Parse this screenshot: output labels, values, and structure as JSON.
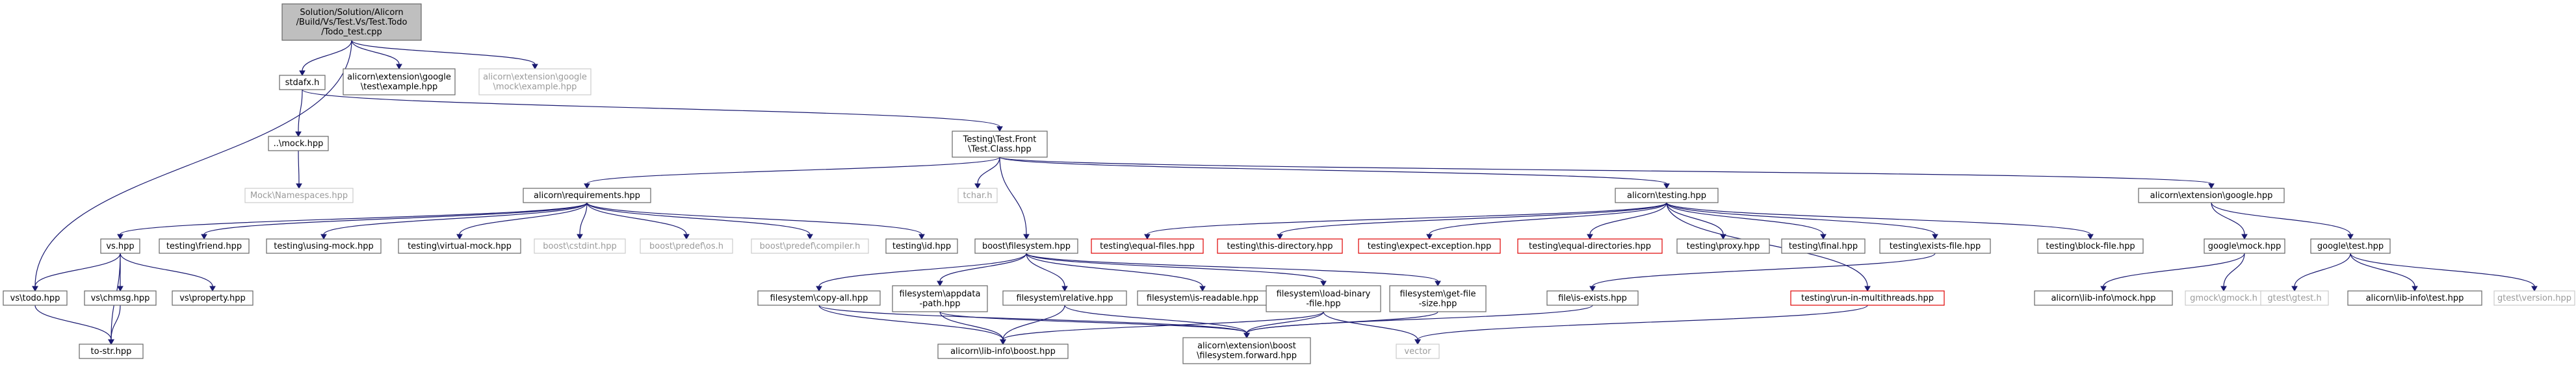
{
  "graph": {
    "colors": {
      "edge": "#191970",
      "root_fill": "#bfbfbf",
      "box_border": "#666666",
      "missing_border": "#cccccc",
      "missing_text": "#9a9a9a",
      "red_border": "#e00000"
    },
    "nodes": [
      {
        "id": "root",
        "lines": [
          "Solution/Solution/Alicorn",
          "/Build/Vs/Test.Vs/Test.Todo",
          "/Todo_test.cpp"
        ],
        "style": "root"
      },
      {
        "id": "stdafx",
        "lines": [
          "stdafx.h"
        ],
        "style": "normal"
      },
      {
        "id": "google_test_example",
        "lines": [
          "alicorn\\extension\\google",
          "\\test\\example.hpp"
        ],
        "style": "normal"
      },
      {
        "id": "google_mock_example",
        "lines": [
          "alicorn\\extension\\google",
          "\\mock\\example.hpp"
        ],
        "style": "missing"
      },
      {
        "id": "mock_hpp",
        "lines": [
          "..\\mock.hpp"
        ],
        "style": "normal"
      },
      {
        "id": "testing_front",
        "lines": [
          "Testing\\Test.Front",
          "\\Test.Class.hpp"
        ],
        "style": "normal"
      },
      {
        "id": "mock_namespaces",
        "lines": [
          "Mock\\Namespaces.hpp"
        ],
        "style": "missing"
      },
      {
        "id": "requirements",
        "lines": [
          "alicorn\\requirements.hpp"
        ],
        "style": "normal"
      },
      {
        "id": "tchar",
        "lines": [
          "tchar.h"
        ],
        "style": "missing"
      },
      {
        "id": "alicorn_testing",
        "lines": [
          "alicorn\\testing.hpp"
        ],
        "style": "normal"
      },
      {
        "id": "ext_google",
        "lines": [
          "alicorn\\extension\\google.hpp"
        ],
        "style": "normal"
      },
      {
        "id": "vs_hpp",
        "lines": [
          "vs.hpp"
        ],
        "style": "normal"
      },
      {
        "id": "testing_friend",
        "lines": [
          "testing\\friend.hpp"
        ],
        "style": "normal"
      },
      {
        "id": "testing_using_mock",
        "lines": [
          "testing\\using-mock.hpp"
        ],
        "style": "normal"
      },
      {
        "id": "testing_virtual_mock",
        "lines": [
          "testing\\virtual-mock.hpp"
        ],
        "style": "normal"
      },
      {
        "id": "boost_cstdint",
        "lines": [
          "boost\\cstdint.hpp"
        ],
        "style": "missing"
      },
      {
        "id": "boost_predef_os",
        "lines": [
          "boost\\predef\\os.h"
        ],
        "style": "missing"
      },
      {
        "id": "boost_predef_compiler",
        "lines": [
          "boost\\predef\\compiler.h"
        ],
        "style": "missing"
      },
      {
        "id": "testing_id",
        "lines": [
          "testing\\id.hpp"
        ],
        "style": "normal"
      },
      {
        "id": "boost_filesystem",
        "lines": [
          "boost\\filesystem.hpp"
        ],
        "style": "normal"
      },
      {
        "id": "testing_equal_files",
        "lines": [
          "testing\\equal-files.hpp"
        ],
        "style": "red"
      },
      {
        "id": "testing_this_directory",
        "lines": [
          "testing\\this-directory.hpp"
        ],
        "style": "red"
      },
      {
        "id": "testing_expect_exception",
        "lines": [
          "testing\\expect-exception.hpp"
        ],
        "style": "red"
      },
      {
        "id": "testing_equal_directories",
        "lines": [
          "testing\\equal-directories.hpp"
        ],
        "style": "red"
      },
      {
        "id": "testing_proxy",
        "lines": [
          "testing\\proxy.hpp"
        ],
        "style": "normal"
      },
      {
        "id": "testing_final",
        "lines": [
          "testing\\final.hpp"
        ],
        "style": "normal"
      },
      {
        "id": "testing_exists_file",
        "lines": [
          "testing\\exists-file.hpp"
        ],
        "style": "normal"
      },
      {
        "id": "testing_block_file",
        "lines": [
          "testing\\block-file.hpp"
        ],
        "style": "normal"
      },
      {
        "id": "google_mock",
        "lines": [
          "google\\mock.hpp"
        ],
        "style": "normal"
      },
      {
        "id": "google_test",
        "lines": [
          "google\\test.hpp"
        ],
        "style": "normal"
      },
      {
        "id": "vs_todo",
        "lines": [
          "vs\\todo.hpp"
        ],
        "style": "normal"
      },
      {
        "id": "vs_chmsg",
        "lines": [
          "vs\\chmsg.hpp"
        ],
        "style": "normal"
      },
      {
        "id": "vs_property",
        "lines": [
          "vs\\property.hpp"
        ],
        "style": "normal"
      },
      {
        "id": "fs_copy_all",
        "lines": [
          "filesystem\\copy-all.hpp"
        ],
        "style": "normal"
      },
      {
        "id": "fs_appdata_path",
        "lines": [
          "filesystem\\appdata",
          "-path.hpp"
        ],
        "style": "normal"
      },
      {
        "id": "fs_relative",
        "lines": [
          "filesystem\\relative.hpp"
        ],
        "style": "normal"
      },
      {
        "id": "fs_is_readable",
        "lines": [
          "filesystem\\is-readable.hpp"
        ],
        "style": "normal"
      },
      {
        "id": "fs_load_binary",
        "lines": [
          "filesystem\\load-binary",
          "-file.hpp"
        ],
        "style": "normal"
      },
      {
        "id": "fs_get_file_size",
        "lines": [
          "filesystem\\get-file",
          "-size.hpp"
        ],
        "style": "normal"
      },
      {
        "id": "file_is_exists",
        "lines": [
          "file\\is-exists.hpp"
        ],
        "style": "normal"
      },
      {
        "id": "testing_run_in_multithreads",
        "lines": [
          "testing\\run-in-multithreads.hpp"
        ],
        "style": "red"
      },
      {
        "id": "lib_info_mock",
        "lines": [
          "alicorn\\lib-info\\mock.hpp"
        ],
        "style": "normal"
      },
      {
        "id": "gmock_gmock",
        "lines": [
          "gmock\\gmock.h"
        ],
        "style": "missing"
      },
      {
        "id": "gtest_gtest",
        "lines": [
          "gtest\\gtest.h"
        ],
        "style": "missing"
      },
      {
        "id": "lib_info_test",
        "lines": [
          "alicorn\\lib-info\\test.hpp"
        ],
        "style": "normal"
      },
      {
        "id": "gtest_version",
        "lines": [
          "gtest\\version.hpp"
        ],
        "style": "missing"
      },
      {
        "id": "to_str",
        "lines": [
          "to-str.hpp"
        ],
        "style": "normal"
      },
      {
        "id": "lib_info_boost",
        "lines": [
          "alicorn\\lib-info\\boost.hpp"
        ],
        "style": "normal"
      },
      {
        "id": "ext_boost_fs_forward",
        "lines": [
          "alicorn\\extension\\boost",
          "\\filesystem.forward.hpp"
        ],
        "style": "normal"
      },
      {
        "id": "vector",
        "lines": [
          "vector"
        ],
        "style": "missing"
      }
    ],
    "edges": [
      [
        "root",
        "stdafx"
      ],
      [
        "root",
        "google_test_example"
      ],
      [
        "root",
        "google_mock_example"
      ],
      [
        "root",
        "vs_todo"
      ],
      [
        "stdafx",
        "mock_hpp"
      ],
      [
        "stdafx",
        "testing_front"
      ],
      [
        "mock_hpp",
        "mock_namespaces"
      ],
      [
        "testing_front",
        "requirements"
      ],
      [
        "testing_front",
        "tchar"
      ],
      [
        "testing_front",
        "boost_filesystem"
      ],
      [
        "testing_front",
        "alicorn_testing"
      ],
      [
        "testing_front",
        "ext_google"
      ],
      [
        "requirements",
        "vs_hpp"
      ],
      [
        "requirements",
        "testing_friend"
      ],
      [
        "requirements",
        "testing_using_mock"
      ],
      [
        "requirements",
        "testing_virtual_mock"
      ],
      [
        "requirements",
        "boost_cstdint"
      ],
      [
        "requirements",
        "boost_predef_os"
      ],
      [
        "requirements",
        "boost_predef_compiler"
      ],
      [
        "requirements",
        "testing_id"
      ],
      [
        "vs_hpp",
        "vs_todo"
      ],
      [
        "vs_hpp",
        "vs_chmsg"
      ],
      [
        "vs_hpp",
        "vs_property"
      ],
      [
        "vs_hpp",
        "to_str"
      ],
      [
        "vs_todo",
        "to_str"
      ],
      [
        "vs_chmsg",
        "to_str"
      ],
      [
        "boost_filesystem",
        "fs_copy_all"
      ],
      [
        "boost_filesystem",
        "fs_appdata_path"
      ],
      [
        "boost_filesystem",
        "fs_relative"
      ],
      [
        "boost_filesystem",
        "fs_is_readable"
      ],
      [
        "boost_filesystem",
        "fs_load_binary"
      ],
      [
        "boost_filesystem",
        "fs_get_file_size"
      ],
      [
        "fs_copy_all",
        "lib_info_boost"
      ],
      [
        "fs_copy_all",
        "ext_boost_fs_forward"
      ],
      [
        "fs_appdata_path",
        "lib_info_boost"
      ],
      [
        "fs_appdata_path",
        "ext_boost_fs_forward"
      ],
      [
        "fs_relative",
        "lib_info_boost"
      ],
      [
        "fs_relative",
        "ext_boost_fs_forward"
      ],
      [
        "fs_load_binary",
        "lib_info_boost"
      ],
      [
        "fs_load_binary",
        "ext_boost_fs_forward"
      ],
      [
        "fs_load_binary",
        "vector"
      ],
      [
        "fs_get_file_size",
        "ext_boost_fs_forward"
      ],
      [
        "alicorn_testing",
        "testing_equal_files"
      ],
      [
        "alicorn_testing",
        "testing_this_directory"
      ],
      [
        "alicorn_testing",
        "testing_expect_exception"
      ],
      [
        "alicorn_testing",
        "testing_equal_directories"
      ],
      [
        "alicorn_testing",
        "testing_proxy"
      ],
      [
        "alicorn_testing",
        "testing_final"
      ],
      [
        "alicorn_testing",
        "testing_exists_file"
      ],
      [
        "alicorn_testing",
        "testing_block_file"
      ],
      [
        "alicorn_testing",
        "testing_run_in_multithreads"
      ],
      [
        "testing_exists_file",
        "file_is_exists"
      ],
      [
        "file_is_exists",
        "ext_boost_fs_forward"
      ],
      [
        "testing_run_in_multithreads",
        "vector"
      ],
      [
        "ext_google",
        "google_mock"
      ],
      [
        "ext_google",
        "google_test"
      ],
      [
        "google_mock",
        "lib_info_mock"
      ],
      [
        "google_mock",
        "gmock_gmock"
      ],
      [
        "google_test",
        "gtest_gtest"
      ],
      [
        "google_test",
        "lib_info_test"
      ],
      [
        "google_test",
        "gtest_version"
      ]
    ]
  }
}
